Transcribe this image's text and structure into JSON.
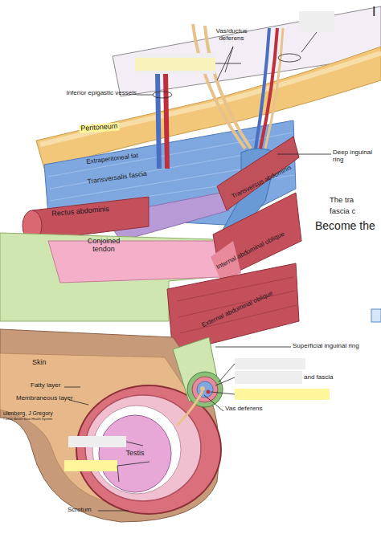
{
  "diagram": {
    "labels": [
      "I",
      "Vas/ductus deferens",
      "Inferior epigastic vessels",
      "Peritoneum",
      "Extraperitoneal fat",
      "Transversalis fascia",
      "Deep inguinal ring",
      "Transversus abdominis",
      "The tra",
      "fascia c",
      "Rectus abdominis",
      "Conjoined tendon",
      "Internal abdominal oblique",
      "Become the",
      "External abdominal oblique",
      "Superficial inguinal ring",
      "Skin",
      "Fatty layer",
      "Membraneous layer",
      "ulenberg, J Gregory",
      "©2014 Mount Sinai Health System",
      "and fascia",
      "Vas deferens",
      "Testis",
      "Scrotum"
    ]
  }
}
